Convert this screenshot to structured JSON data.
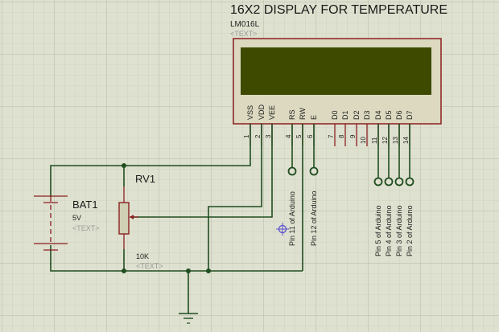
{
  "lcd": {
    "title": "16X2 DISPLAY FOR TEMPERATURE",
    "part": "LM016L",
    "text_placeholder": "<TEXT>",
    "pins": [
      {
        "num": "1",
        "name": "VSS"
      },
      {
        "num": "2",
        "name": "VDD"
      },
      {
        "num": "3",
        "name": "VEE"
      },
      {
        "num": "4",
        "name": "RS"
      },
      {
        "num": "5",
        "name": "RW"
      },
      {
        "num": "6",
        "name": "E"
      },
      {
        "num": "7",
        "name": "D0"
      },
      {
        "num": "8",
        "name": "D1"
      },
      {
        "num": "9",
        "name": "D2"
      },
      {
        "num": "10",
        "name": "D3"
      },
      {
        "num": "11",
        "name": "D4"
      },
      {
        "num": "12",
        "name": "D5"
      },
      {
        "num": "13",
        "name": "D6"
      },
      {
        "num": "14",
        "name": "D7"
      }
    ],
    "screen_color": "#3d4a00",
    "body_color": "#dcd9c0",
    "border_color": "#8a1f1f"
  },
  "battery": {
    "ref": "BAT1",
    "value": "5V",
    "text_placeholder": "<TEXT>"
  },
  "pot": {
    "ref": "RV1",
    "value": "10K",
    "text_placeholder": "<TEXT>"
  },
  "terminals": [
    {
      "pin": "RS",
      "label": "Pin 11 of Arduino"
    },
    {
      "pin": "E",
      "label": "Pin 12 of Arduino"
    },
    {
      "pin": "D4",
      "label": "Pin 5 of Arduino"
    },
    {
      "pin": "D5",
      "label": "Pin 4 of Arduino"
    },
    {
      "pin": "D6",
      "label": "Pin 3 of Arduino"
    },
    {
      "pin": "D7",
      "label": "Pin 2 of Arduino"
    }
  ],
  "colors": {
    "background": "#dfe1d0",
    "wire": "#1f4d1f",
    "pin": "#8a1f1f",
    "cursor": "#5a4fcf"
  }
}
